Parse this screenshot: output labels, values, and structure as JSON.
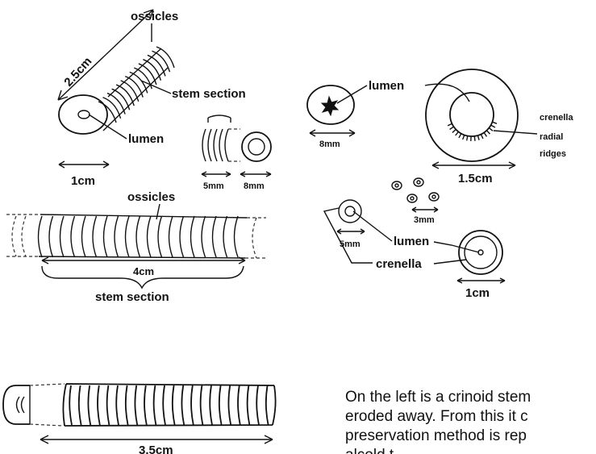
{
  "labels": {
    "ossicles_top": "ossicles",
    "length_2_5cm": "2.5cm",
    "stem_section_top": "stem section",
    "lumen_top": "lumen",
    "width_1cm_left": "1cm",
    "width_5mm_small": "5mm",
    "width_8mm_small": "8mm",
    "ossicles_mid": "ossicles",
    "length_4cm": "4cm",
    "stem_section_mid": "stem section",
    "length_3_5cm": "3.5cm",
    "lumen_right": "lumen",
    "width_8mm_right": "8mm",
    "crenella_radial_ridges_1": "crenella",
    "crenella_radial_ridges_2": "radial",
    "crenella_radial_ridges_3": "ridges",
    "width_1_5cm": "1.5cm",
    "width_3mm": "3mm",
    "width_5mm_right": "5mm",
    "lumen_lower": "lumen",
    "crenella_lower": "crenella",
    "width_1cm_right": "1cm"
  },
  "caption": {
    "line1": "On the left is a crinoid stem",
    "line2": "eroded away. From this it c",
    "line3": "preservation method is rep",
    "line4": "alcold t"
  }
}
